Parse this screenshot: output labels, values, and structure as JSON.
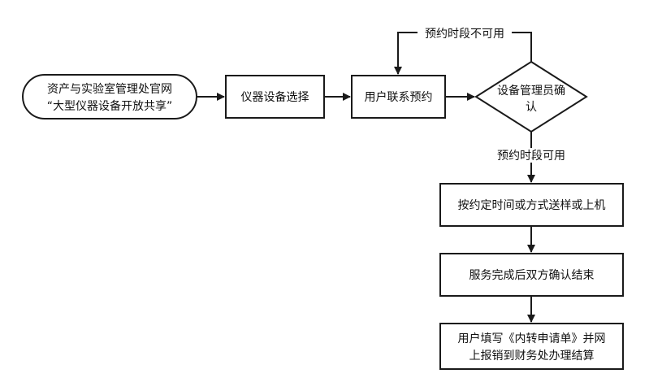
{
  "nodes": {
    "portal": {
      "line1": "资产与实验室管理处官网",
      "line2": "“大型仪器设备开放共享”"
    },
    "select_instrument": {
      "label": "仪器设备选择"
    },
    "contact_booking": {
      "label": "用户联系预约"
    },
    "admin_confirm": {
      "line1": "设备管理员确",
      "line2": "认"
    },
    "deliver_sample": {
      "label": "按约定时间或方式送样或上机"
    },
    "service_done": {
      "label": "服务完成后双方确认结束"
    },
    "fill_request": {
      "line1": "用户填写《内转申请单》并网",
      "line2": "上报销到财务处办理结算"
    }
  },
  "edges": {
    "slot_unavailable": "预约时段不可用",
    "slot_available": "预约时段可用"
  },
  "colors": {
    "stroke": "#1a1a1a",
    "fill": "#ffffff",
    "text": "#111111"
  }
}
